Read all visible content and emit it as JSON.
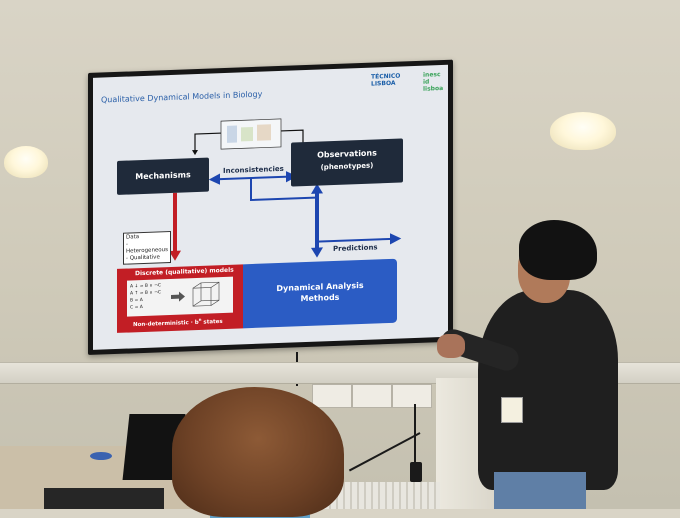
{
  "slide": {
    "title": "Qualitative Dynamical Models in Biology",
    "logos": {
      "tecnico_line1": "TÉCNICO",
      "tecnico_line2": "LISBOA",
      "inesc_line1": "inesc id",
      "inesc_line2": "lisboa"
    },
    "mechanisms": "Mechanisms",
    "observations_line1": "Observations",
    "observations_line2": "(phenotypes)",
    "inconsistencies": "Inconsistencies",
    "data_box": [
      "Data",
      "- Heterogeneous",
      "- Qualitative"
    ],
    "predictions": "Predictions",
    "discrete_models": "Discrete (qualitative) models",
    "non_deterministic": "Non-deterministic  ·  b",
    "states_sup": "n",
    "states_label": " states",
    "equations": [
      "A ↓ = B ∨ ¬C",
      "A ↑ = B ∧ ¬C",
      "B = A",
      "C = A"
    ],
    "dynamical_line1": "Dynamical Analysis",
    "dynamical_line2": "Methods"
  },
  "colors": {
    "slide_bg": "#e6e9ee",
    "dark_box": "#1f2a3a",
    "red_panel": "#c21e25",
    "blue_panel": "#2b5cc4",
    "title_blue": "#2a5fa8"
  }
}
